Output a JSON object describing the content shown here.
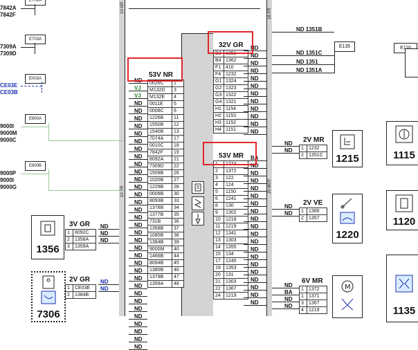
{
  "left_refs": {
    "r1": "7842A",
    "r2": "7842F",
    "e703": "E703A",
    "r3": "7309A",
    "r4": "7309D",
    "e003": "E003A",
    "ce03e": "CE03E",
    "ce03b": "CE03B",
    "e900a": "E900A",
    "r5": "9000I",
    "r6": "9000M",
    "r7": "9000C",
    "e900b": "E900B",
    "r8": "9000P",
    "r9": "9000I",
    "r10": "9000G"
  },
  "connector_a": {
    "header": "53V NR",
    "side_labels": [
      "ND",
      "VJ",
      "VJ",
      "ND",
      "ND",
      "ND",
      "ND",
      "ND",
      "ND",
      "ND",
      "ND",
      "ND",
      "ND",
      "ND",
      "ND",
      "ND",
      "ND",
      "ND",
      "ND",
      "ND",
      "ND",
      "ND",
      "ND",
      "ND",
      "ND",
      "ND",
      "ND",
      "ND",
      "ND",
      "ND",
      "ND",
      "ND",
      "ND",
      "ND",
      "ND",
      "ND"
    ],
    "rows": [
      [
        "0026C",
        "1"
      ],
      [
        "M132D",
        "3"
      ],
      [
        "M132E",
        "4"
      ],
      [
        "0011E",
        "5"
      ],
      [
        "0008C",
        "6"
      ],
      [
        "1226B",
        "11"
      ],
      [
        "1550B",
        "12"
      ],
      [
        "1540B",
        "13"
      ],
      [
        "7074A",
        "17"
      ],
      [
        "0010C",
        "18"
      ],
      [
        "7842F",
        "19"
      ],
      [
        "8092A",
        "21"
      ],
      [
        "7309D",
        "22"
      ],
      [
        "1509B",
        "26"
      ],
      [
        "1020B",
        "27"
      ],
      [
        "1229B",
        "28"
      ],
      [
        "0009B",
        "30"
      ],
      [
        "8093B",
        "33"
      ],
      [
        "1378B",
        "34"
      ],
      [
        "1377B",
        "35"
      ],
      [
        "731B",
        "36"
      ],
      [
        "1358B",
        "37"
      ],
      [
        "1085B",
        "38"
      ],
      [
        "1384B",
        "39"
      ],
      [
        "9000M",
        "40"
      ],
      [
        "1466B",
        "44"
      ],
      [
        "8094B",
        "45"
      ],
      [
        "1380B",
        "46"
      ],
      [
        "1379B",
        "47"
      ],
      [
        "1359A",
        "48"
      ]
    ]
  },
  "connector_b": {
    "header": "32V GR",
    "rows": [
      [
        "B3",
        "1351"
      ],
      [
        "B4",
        "1362"
      ],
      [
        "F1",
        "410"
      ],
      [
        "F4",
        "1232"
      ],
      [
        "G1",
        "1324"
      ],
      [
        "G2",
        "1323"
      ],
      [
        "G3",
        "1322"
      ],
      [
        "G4",
        "1321"
      ],
      [
        "H1",
        "1154"
      ],
      [
        "H2",
        "1153"
      ],
      [
        "H3",
        "1152"
      ],
      [
        "H4",
        "1151"
      ]
    ],
    "side_labels": [
      "ND",
      "ND",
      "ND",
      "ND",
      "ND",
      "ND",
      "ND",
      "ND",
      "ND",
      "ND",
      "ND",
      "ND"
    ]
  },
  "connector_c": {
    "header": "53V MR",
    "rows": [
      [
        "1",
        "1274"
      ],
      [
        "2",
        "1372"
      ],
      [
        "3",
        "122"
      ],
      [
        "4",
        "124"
      ],
      [
        "5",
        "1150"
      ],
      [
        "6",
        "1241"
      ],
      [
        "8",
        "130"
      ],
      [
        "9",
        "1302"
      ],
      [
        "10",
        "1218"
      ],
      [
        "11",
        "1219"
      ],
      [
        "12",
        "1341"
      ],
      [
        "13",
        "1303"
      ],
      [
        "14",
        "1355"
      ],
      [
        "15",
        "134"
      ],
      [
        "17",
        "1240"
      ],
      [
        "19",
        "1353"
      ],
      [
        "20",
        "131"
      ],
      [
        "21",
        "1303"
      ],
      [
        "22",
        "1367"
      ],
      [
        "24",
        "1219"
      ]
    ],
    "side_labels": [
      "BA",
      "ND",
      "ND",
      "ND",
      "ND",
      "ND",
      "ND",
      "ND",
      "ND",
      "ND",
      "ND",
      "ND",
      "ND",
      "ND",
      "ND",
      "ND",
      "ND",
      "ND",
      "ND",
      "ND"
    ]
  },
  "side_labels_ribbon": {
    "top": "10 GR",
    "mid": "10 PR",
    "right_top": "16 PR",
    "right_mid": "20 MOT"
  },
  "top_right": {
    "w1": "ND 1351B",
    "w2": "ND 1351C",
    "w3": "ND 1351",
    "w4": "ND 1351A",
    "e135": "E135",
    "e116": "E116"
  },
  "unit_1215": {
    "header": "2V MR",
    "rows": [
      [
        "1",
        "1232"
      ],
      [
        "2",
        "1351C"
      ]
    ],
    "wires": [
      "ND",
      "ND"
    ],
    "number": "1215"
  },
  "unit_1220": {
    "header": "2V VE",
    "rows": [
      [
        "1",
        "1366"
      ],
      [
        "2",
        "1357"
      ]
    ],
    "wires": [
      "ND",
      "ND"
    ],
    "number": "1220"
  },
  "unit_1135_side": {
    "header": "6V MR",
    "rows": [
      [
        "1",
        "1372"
      ],
      [
        "1",
        "1371"
      ],
      [
        "3",
        "1367"
      ],
      [
        "4",
        "1219"
      ]
    ],
    "wires": [
      "ND",
      "BA",
      "ND",
      "ND"
    ]
  },
  "unit_1356": {
    "header": "3V GR",
    "rows": [
      [
        "1",
        "8092C"
      ],
      [
        "2",
        "1358A"
      ],
      [
        "3",
        "1359A"
      ]
    ],
    "wires": [
      "ND",
      "ND",
      "ND"
    ],
    "number": "1356"
  },
  "unit_7306": {
    "header": "2V GR",
    "rows": [
      [
        "1",
        "CE03E"
      ],
      [
        "2",
        "1384B"
      ]
    ],
    "wires": [
      "ND",
      "ND"
    ],
    "number": "7306"
  },
  "right_units": {
    "u1115": "1115",
    "u1120": "1120",
    "u1135": "1135"
  },
  "colors": {
    "highlight": "#e0262a",
    "wire": "#222222",
    "blue": "#1a2fb0",
    "green": "#1f7a1f",
    "panel_gray": "#d4d4d4"
  },
  "icons": [
    "relay-icon",
    "sensor-icon",
    "navigation-icon",
    "screen-icon",
    "fan-icon",
    "motor-icon",
    "valve-icon",
    "switch-icon",
    "window-icon",
    "ground-icon"
  ]
}
